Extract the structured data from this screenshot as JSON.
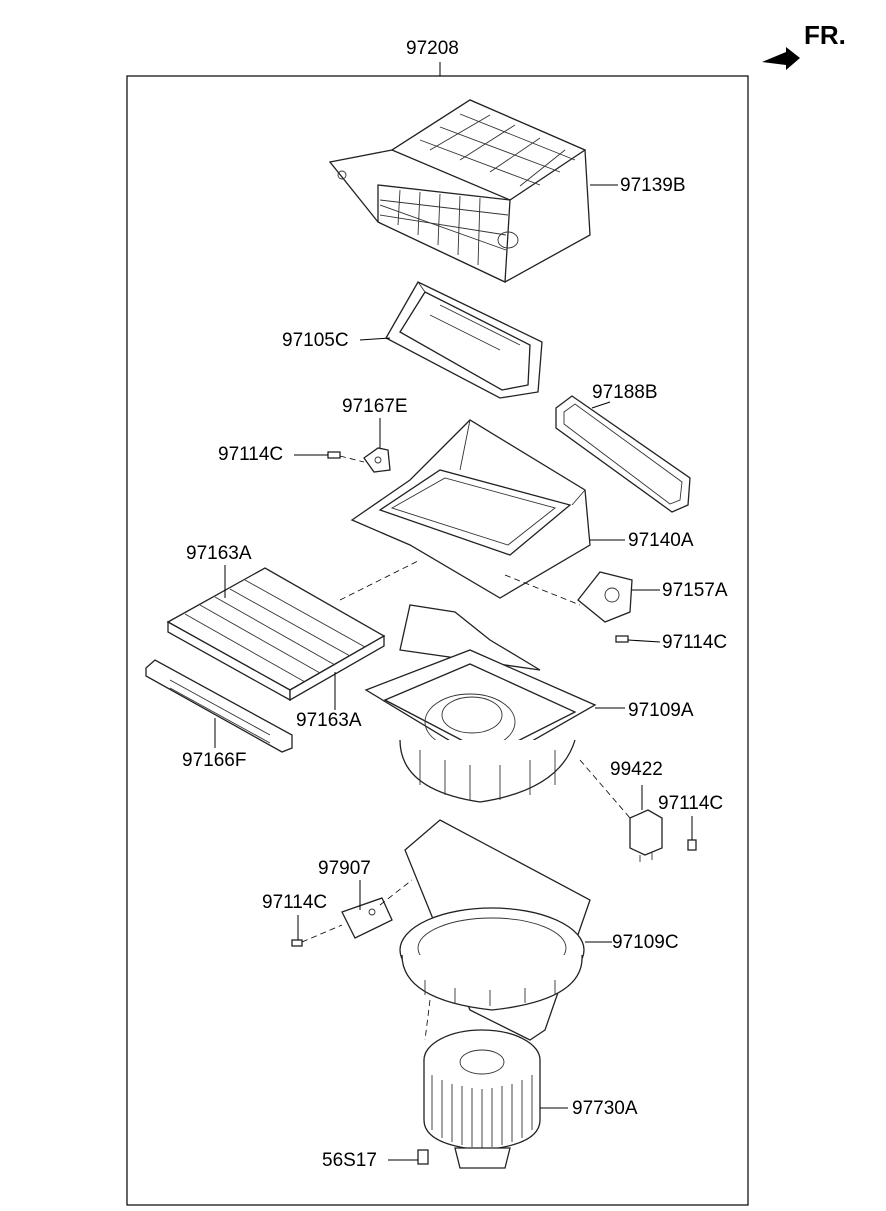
{
  "diagram": {
    "assembly_number": "97208",
    "direction_label": "FR.",
    "parts": {
      "p97139B": "97139B",
      "p97105C": "97105C",
      "p97188B": "97188B",
      "p97167E": "97167E",
      "p97114C_a": "97114C",
      "p97140A": "97140A",
      "p97163A_top": "97163A",
      "p97157A": "97157A",
      "p97114C_b": "97114C",
      "p97109A": "97109A",
      "p97163A_bottom": "97163A",
      "p97166F": "97166F",
      "p99422": "99422",
      "p97114C_c": "97114C",
      "p97907": "97907",
      "p97114C_d": "97114C",
      "p97109C": "97109C",
      "p97730A": "97730A",
      "p56S17": "56S17"
    }
  }
}
